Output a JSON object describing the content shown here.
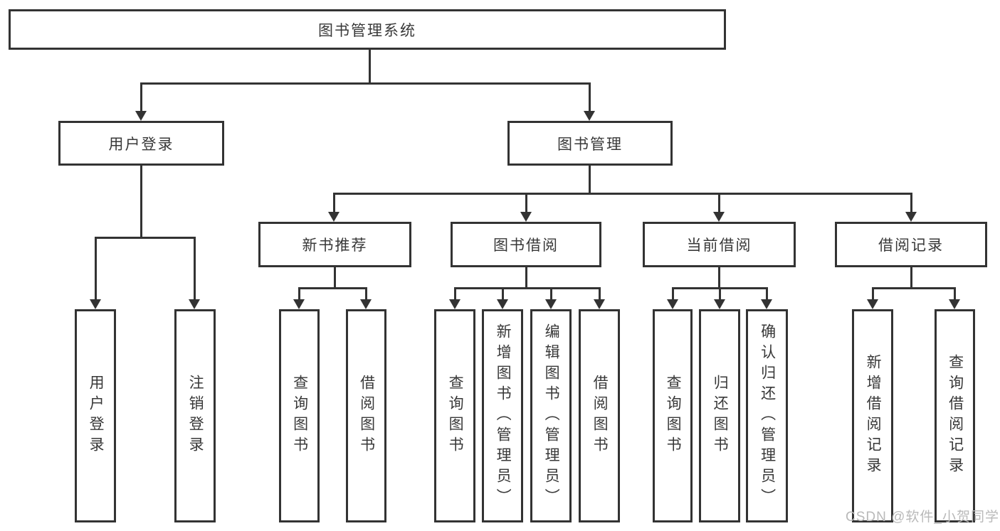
{
  "colors": {
    "line": "#333333",
    "text": "#383838",
    "background": "#ffffff",
    "watermark": "#b9b9b9"
  },
  "diagram": {
    "root": "图书管理系统",
    "level2": [
      "用户登录",
      "图书管理"
    ],
    "level3": [
      "新书推荐",
      "图书借阅",
      "当前借阅",
      "借阅记录"
    ],
    "leaves": [
      "用户登录",
      "注销登录",
      "查询图书",
      "借阅图书",
      "查询图书",
      "新增图书（管理员）",
      "编辑图书（管理员）",
      "借阅图书",
      "查询图书",
      "归还图书",
      "确认归还（管理员）",
      "新增借阅记录",
      "查询借阅记录"
    ]
  },
  "watermark": "CSDN @软件_小贺同学"
}
